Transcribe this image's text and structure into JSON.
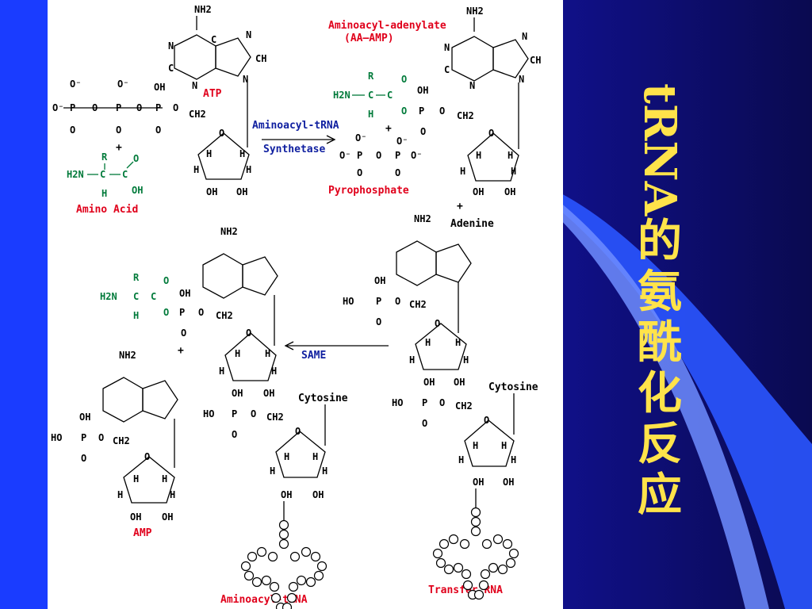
{
  "slide": {
    "title_latin": "tRNA",
    "title_cjk": [
      "的",
      "氨",
      "酰",
      "化",
      "反",
      "应"
    ],
    "colors": {
      "title": "#ffe34a",
      "label_red": "#e0001b",
      "label_blue": "#1020a0",
      "amino_green": "#007a3a"
    }
  },
  "diagram": {
    "labels": {
      "atp": "ATP",
      "amino_acid": "Amino Acid",
      "enzyme_line1": "Aminoacyl-tRNA",
      "enzyme_line2": "Synthetase",
      "aa_amp_line1": "Aminoacyl-adenylate",
      "aa_amp_line2": "(AA–AMP)",
      "pyrophosphate": "Pyrophosphate",
      "adenine": "Adenine",
      "same": "SAME",
      "cytosine_left": "Cytosine",
      "cytosine_right": "Cytosine",
      "amp": "AMP",
      "aminoacyl_trna": "Aminoacyl-tRNA",
      "transfer_rna": "Transfer RNA",
      "plus": "+"
    },
    "atoms": {
      "nh2": "NH2",
      "n": "N",
      "c": "C",
      "ch": "CH",
      "h": "H",
      "oh": "OH",
      "o": "O",
      "p": "P",
      "r": "R",
      "h2n": "H2N",
      "ho": "HO",
      "ch2": "CH2",
      "o_minus": "O⁻"
    }
  }
}
